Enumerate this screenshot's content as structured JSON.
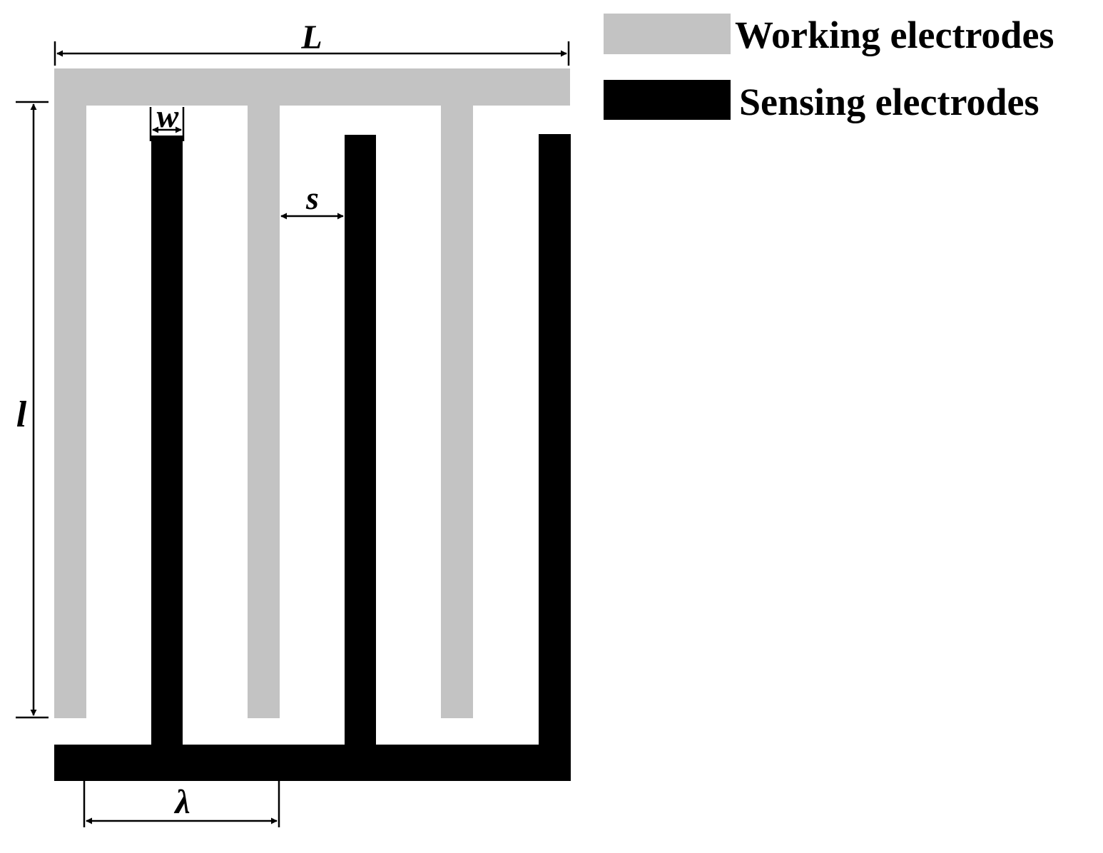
{
  "legend": {
    "items": [
      {
        "label": "Working electrodes",
        "color": "#c3c3c3"
      },
      {
        "label": "Sensing electrodes",
        "color": "#000000"
      }
    ]
  },
  "dimensions": {
    "total_length": "L",
    "finger_width": "w",
    "spacing": "s",
    "finger_length": "l",
    "wavelength": "λ"
  },
  "colors": {
    "working": "#c3c3c3",
    "sensing": "#000000",
    "background": "#ffffff",
    "annotation": "#000000"
  }
}
